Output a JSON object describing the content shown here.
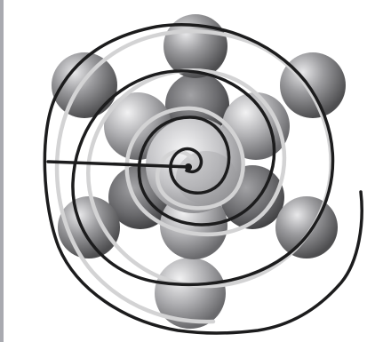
{
  "figure": {
    "subject": "sphere-packing-with-spiral-paths",
    "colors": {
      "background": "#ffffff",
      "edge_strip": "#a9aab0",
      "sphere_outer": "#7f7f82",
      "sphere_inner": "#a6a6a9",
      "sphere_shadow": "#5a5a5c",
      "spiral_dark": "#1a1a1a",
      "spiral_light": "#d2d2d2"
    },
    "counts": {
      "outer_ring_spheres": 6,
      "inner_ring_spheres": 6,
      "center_spheres": 1
    }
  }
}
